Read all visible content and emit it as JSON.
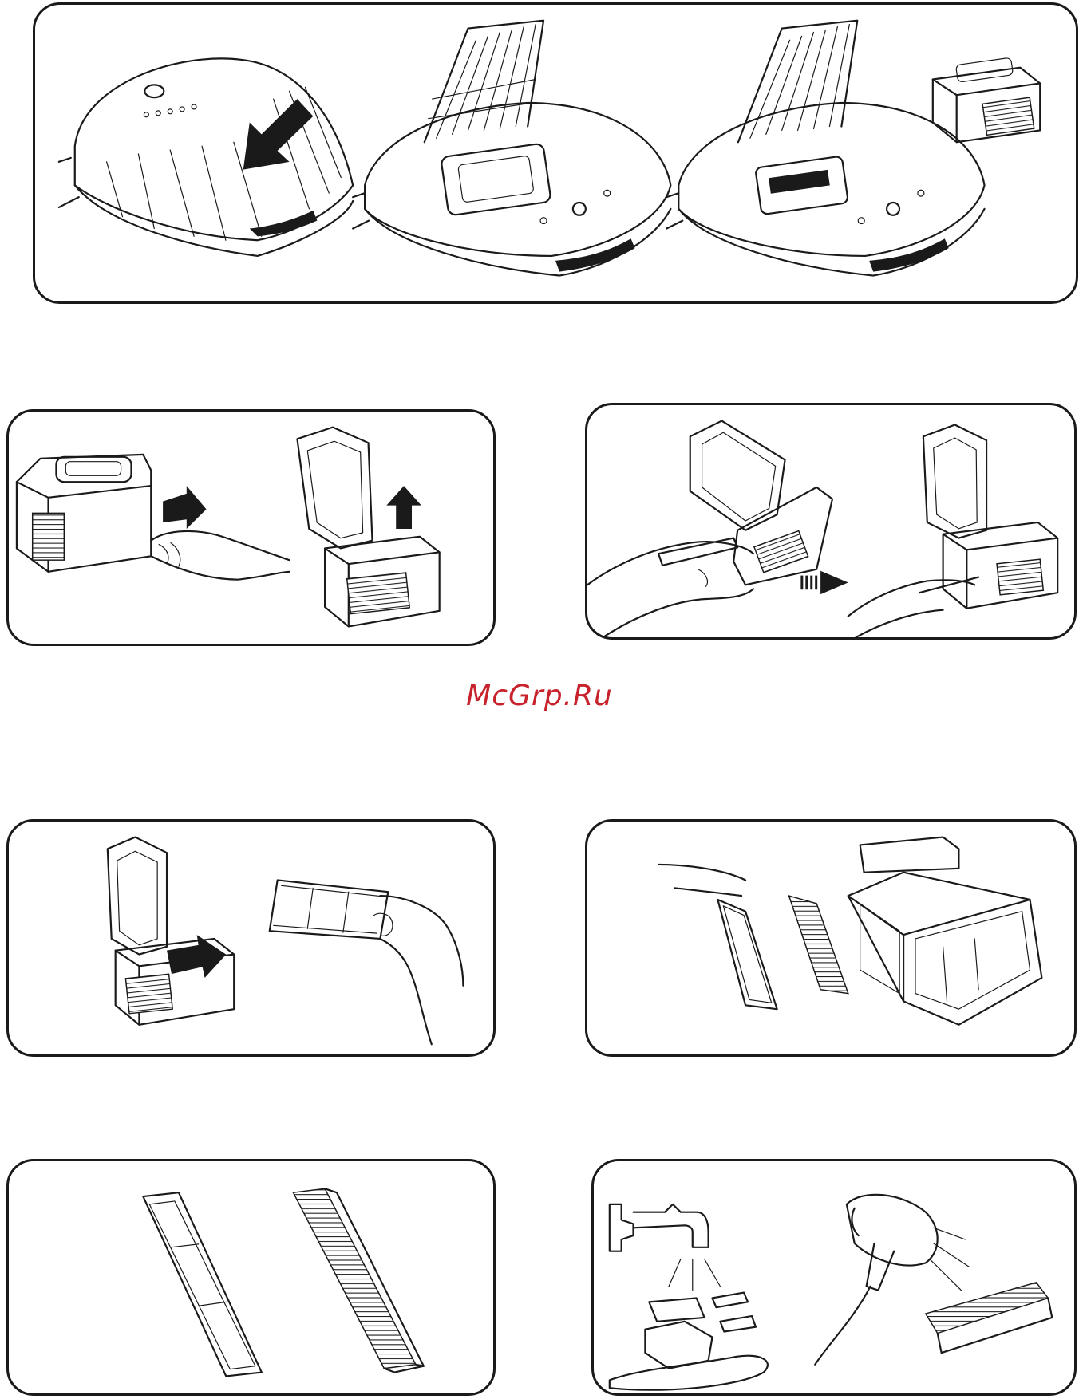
{
  "watermark": {
    "text": "McGrp.Ru",
    "color": "#c8222c"
  },
  "panels": [
    {
      "id": "panel-1",
      "figures": [
        "robot-closed-press-arrow-icon",
        "robot-lid-open-icon",
        "robot-dustbin-removed-icon"
      ]
    },
    {
      "id": "panel-2",
      "figures": [
        "dustbin-latch-pull-icon",
        "dustbin-lid-lift-icon"
      ]
    },
    {
      "id": "panel-3",
      "figures": [
        "brush-clean-lid-icon",
        "brush-clean-bin-icon"
      ]
    },
    {
      "id": "panel-4",
      "figures": [
        "filter-pull-out-icon",
        "filter-hold-icon"
      ]
    },
    {
      "id": "panel-5",
      "figures": [
        "filter-separate-icon",
        "dustbin-open-back-icon"
      ]
    },
    {
      "id": "panel-6",
      "figures": [
        "filter-frame-icon",
        "hepa-filter-icon"
      ]
    },
    {
      "id": "panel-7",
      "figures": [
        "tap-wash-icon",
        "hair-dryer-icon"
      ]
    }
  ]
}
